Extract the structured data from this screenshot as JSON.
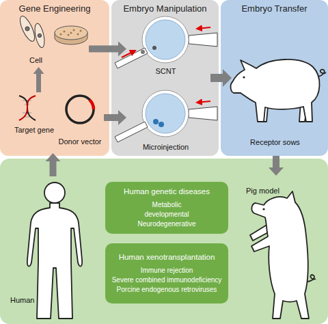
{
  "diagram": {
    "nodes": [
      {
        "text": [
          "Gene Engineering"
        ]
      },
      {
        "text": [
          "Cell"
        ],
        "in": 0
      },
      {
        "text": [
          "Target gene"
        ],
        "in": 0
      },
      {
        "text": [
          "Donor vector"
        ],
        "in": 0
      },
      {
        "text": [
          "Embryo Manipulation"
        ]
      },
      {
        "text": [
          "SCNT"
        ],
        "in": 4
      },
      {
        "text": [
          "Microinjection"
        ],
        "in": 4
      },
      {
        "text": [
          "Embryo Transfer"
        ]
      },
      {
        "text": [
          "Receptor sows"
        ],
        "in": 7
      },
      {
        "text": [
          "Human"
        ]
      },
      {
        "text": [
          "Human genetic diseases",
          "Metabolic",
          "developmental",
          "Neurodegenerative"
        ]
      },
      {
        "text": [
          "Human xenotransplantation",
          "Immune rejection",
          "Severe combined immunodeficiency",
          "Porcine endogenous retroviruses"
        ]
      },
      {
        "text": [
          "Pig model"
        ]
      }
    ],
    "edges": [
      {
        "from": 2,
        "to": 1,
        "arrow": "to"
      },
      {
        "from": 1,
        "to": 5,
        "arrow": "to"
      },
      {
        "from": 3,
        "to": 6,
        "arrow": "to"
      },
      {
        "from": 4,
        "to": 7,
        "arrow": "to"
      },
      {
        "from": 7,
        "to": 12,
        "arrow": "to"
      },
      {
        "from": 9,
        "to": 0,
        "arrow": "to"
      }
    ]
  }
}
